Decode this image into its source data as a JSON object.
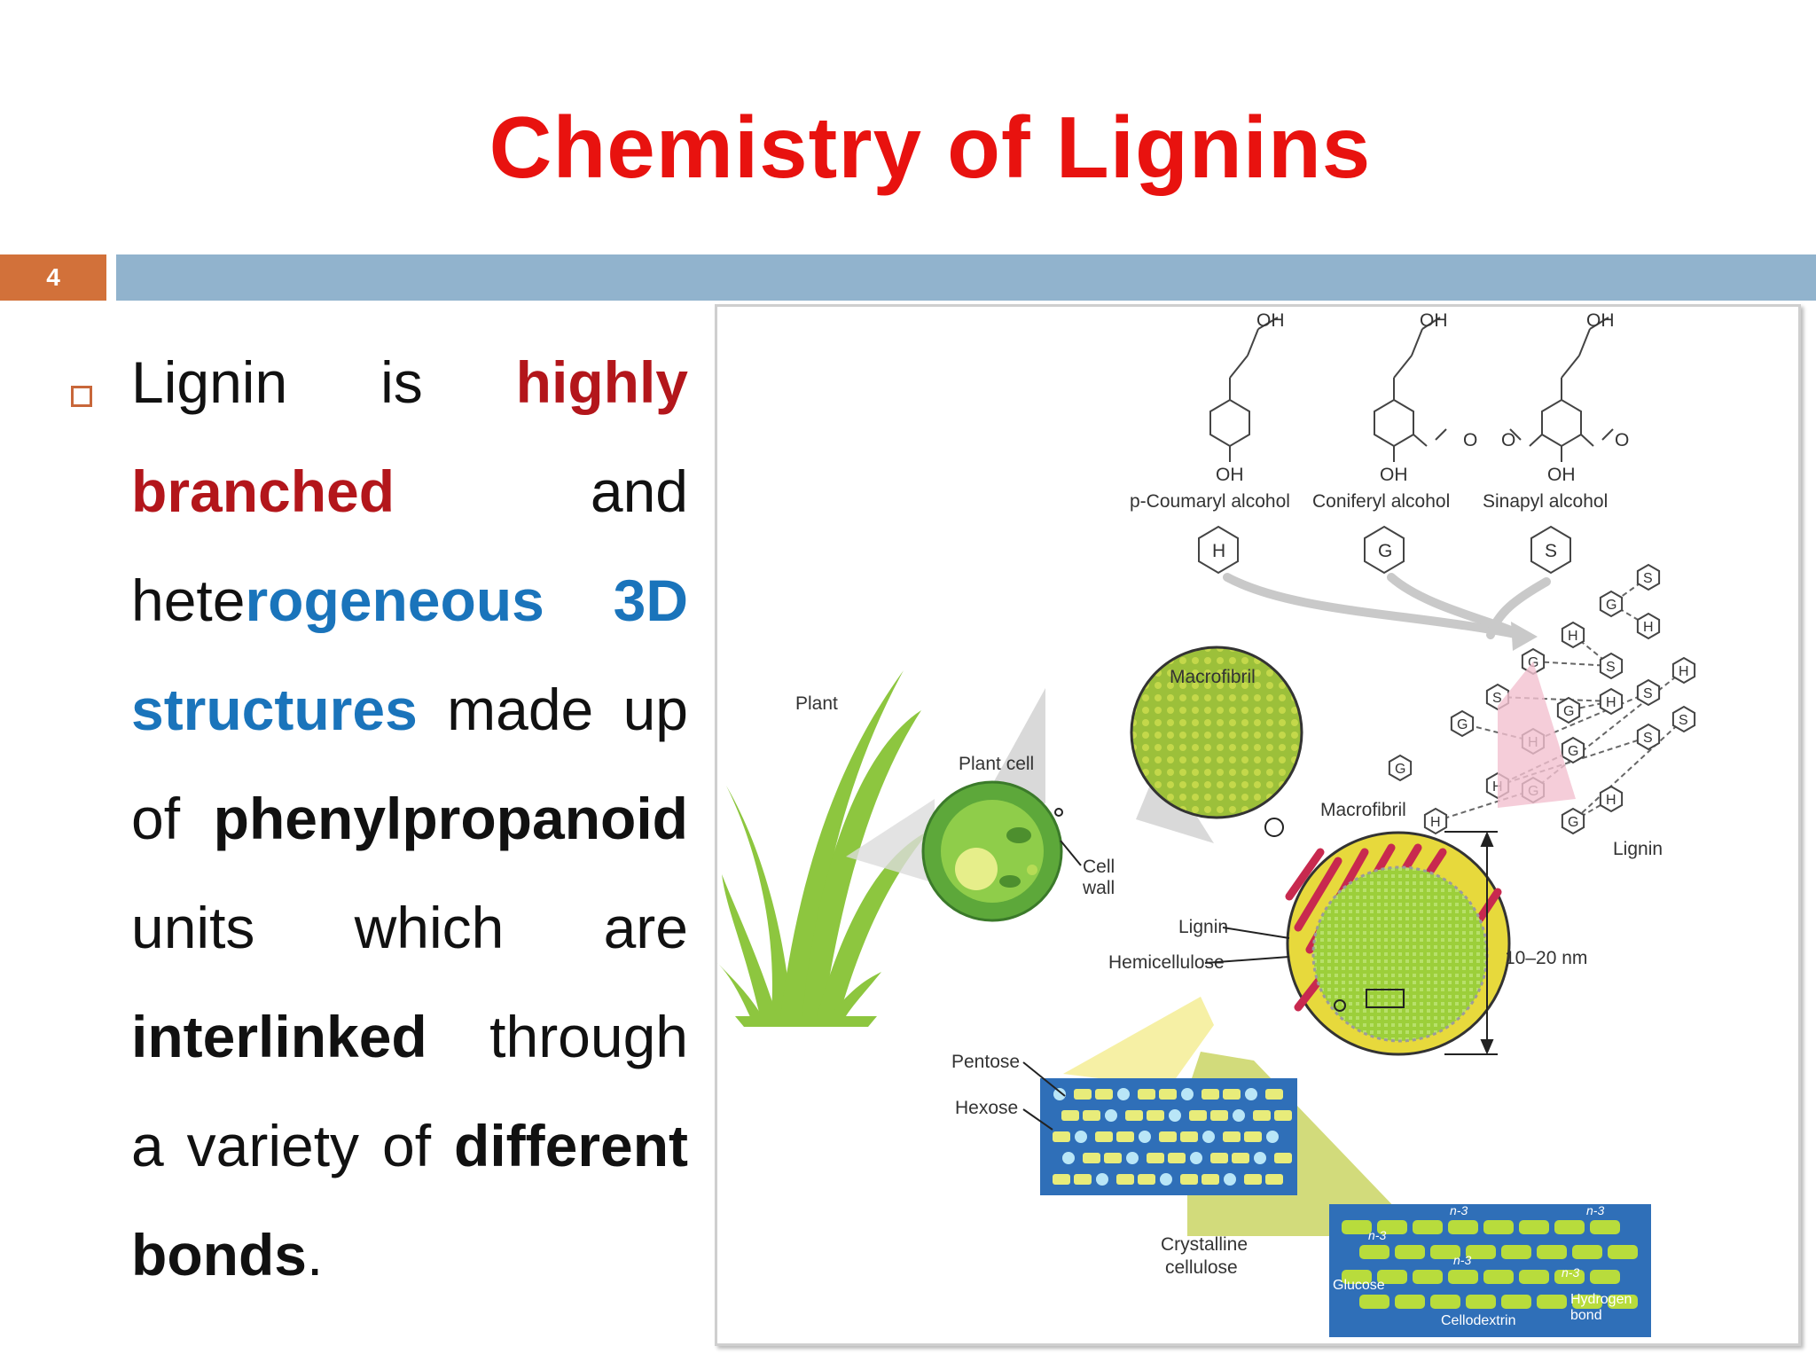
{
  "title": "Chemistry of Lignins",
  "slide_number": "4",
  "body": {
    "t1": "Lignin is ",
    "t2": "highly branched",
    "t3": " and hete",
    "t4": "rogeneous 3D structures",
    "t5": " made up of ",
    "t6": "phenylpropanoid",
    "t7": " units which are ",
    "t8": "interlinked",
    "t9": " through a variety of ",
    "t10": "different bonds",
    "t11": "."
  },
  "figure": {
    "monomers": [
      {
        "name": "p-Coumaryl alcohol",
        "unit": "H"
      },
      {
        "name": "Coniferyl alcohol",
        "unit": "G"
      },
      {
        "name": "Sinapyl alcohol",
        "unit": "S"
      }
    ],
    "oh_top": "OH",
    "oh_bottom": "OH",
    "labels": {
      "plant": "Plant",
      "plant_cell": "Plant cell",
      "cell_wall_1": "Cell",
      "cell_wall_2": "wall",
      "macrofibril_top": "Macrofibril",
      "macrofibril": "Macrofibril",
      "lignin_poly": "Lignin",
      "lignin": "Lignin",
      "hemicellulose": "Hemicellulose",
      "size": "10–20 nm",
      "pentose": "Pentose",
      "hexose": "Hexose",
      "crystalline_1": "Crystalline",
      "crystalline_2": "cellulose",
      "glucose": "Glucose",
      "cellodextrin": "Cellodextrin",
      "hydrogen_1": "Hydrogen",
      "hydrogen_2": "bond",
      "n3": "n-3"
    },
    "polymer_units": [
      "S",
      "G",
      "H",
      "H",
      "S",
      "G",
      "S",
      "H",
      "G",
      "S",
      "H",
      "G",
      "G",
      "H",
      "S",
      "H",
      "G",
      "H",
      "S",
      "G",
      "H",
      "G"
    ]
  },
  "colors": {
    "title": "#e8120f",
    "header_bar": "#91b3cd",
    "slide_number_bg": "#d2713a",
    "highlight_red": "#b3161b",
    "highlight_blue": "#1a74bb"
  }
}
